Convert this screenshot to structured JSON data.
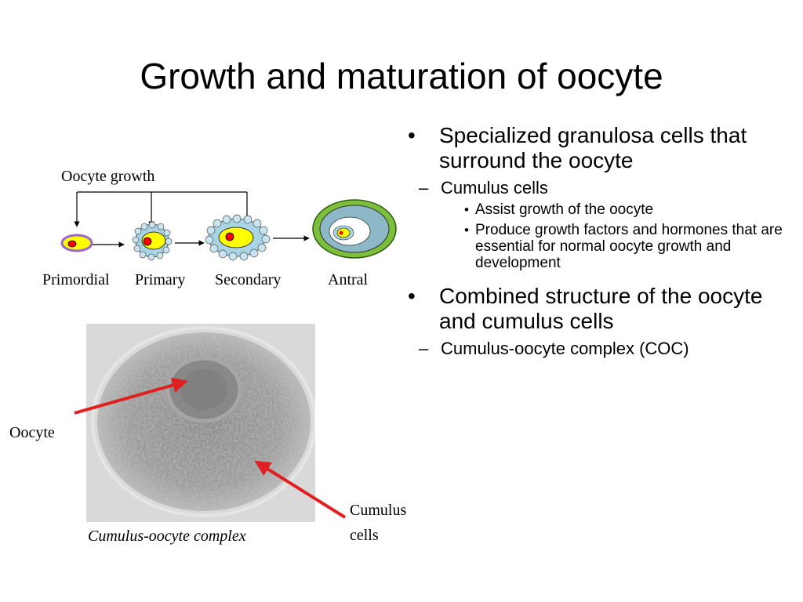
{
  "title": "Growth and maturation of oocyte",
  "diagram": {
    "growth_label": "Oocyte growth",
    "stages": [
      "Primordial",
      "Primary",
      "Secondary",
      "Antral"
    ],
    "colors": {
      "ooplasm": "#ffff00",
      "nucleus": "#ff0000",
      "granulosa": "#a8d4e6",
      "theca": "#7cbf3a"
    }
  },
  "photo": {
    "caption": "Cumulus-oocyte complex",
    "oocyte_label": "Oocyte",
    "cumulus_label_line1": "Cumulus",
    "cumulus_label_line2": "cells",
    "arrow_color": "#e02020"
  },
  "bullets": [
    {
      "text": "Specialized granulosa cells that surround the oocyte",
      "sub": [
        {
          "text": "Cumulus cells",
          "sub": [
            "Assist growth of the oocyte",
            "Produce growth factors and hormones that are essential for normal oocyte growth and development"
          ]
        }
      ]
    },
    {
      "text": "Combined structure of the oocyte and cumulus cells",
      "sub": [
        {
          "text": "Cumulus-oocyte complex (COC)",
          "sub": []
        }
      ]
    }
  ]
}
